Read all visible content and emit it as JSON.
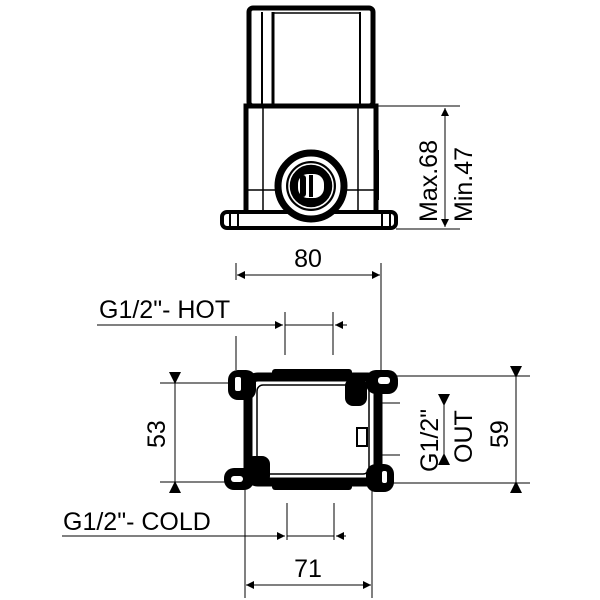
{
  "drawing": {
    "type": "technical-dimension-drawing",
    "subject": "concealed valve body (side view and top view)",
    "line_color": "#000000",
    "background": "#ffffff"
  },
  "side_view": {
    "height_max_label": "Max.68",
    "height_min_label": "Min.47"
  },
  "top_view": {
    "width_top_label": "80",
    "width_bottom_label": "71",
    "height_left_label": "53",
    "height_right_label": "59",
    "hot_label": "G1/2\"- HOT",
    "cold_label": "G1/2\"- COLD",
    "out_label_line1": "G1/2\"",
    "out_label_line2": "OUT"
  }
}
